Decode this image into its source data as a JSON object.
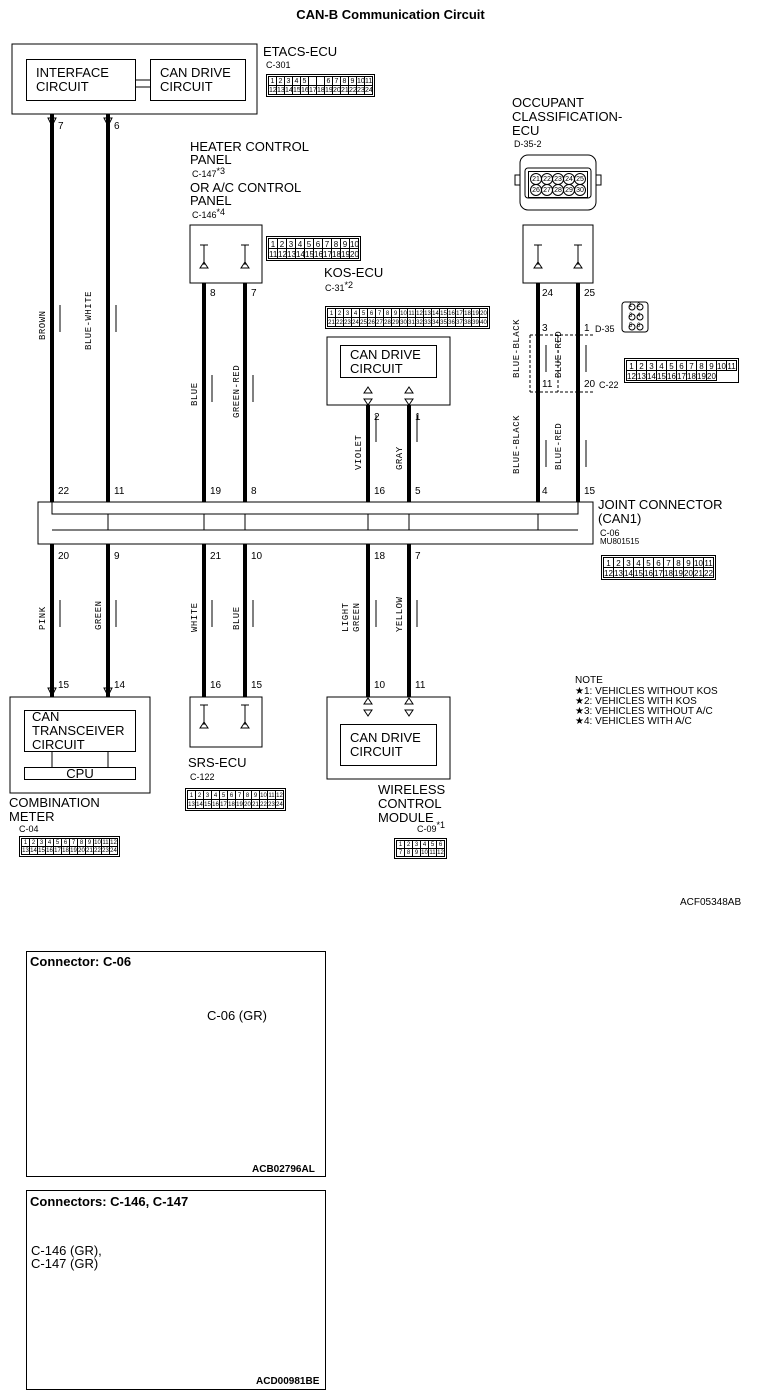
{
  "title": "CAN-B Communication Circuit",
  "etacs": {
    "name": "ETACS-ECU",
    "connector": "C-301",
    "interface_line1": "INTERFACE",
    "interface_line2": "CIRCUIT",
    "candrive_line1": "CAN DRIVE",
    "candrive_line2": "CIRCUIT",
    "pin_a": "7",
    "pin_b": "6",
    "pins_row1": [
      "1",
      "2",
      "3",
      "4",
      "5",
      "",
      "",
      "6",
      "7",
      "8",
      "9",
      "10",
      "11"
    ],
    "pins_row2": [
      "12",
      "13",
      "14",
      "15",
      "16",
      "17",
      "18",
      "19",
      "20",
      "21",
      "22",
      "23",
      "24"
    ]
  },
  "heater": {
    "line1": "HEATER CONTROL",
    "line2": "PANEL",
    "conn1": "C-147",
    "note1": "*3",
    "line3": "OR A/C CONTROL",
    "line4": "PANEL",
    "conn2": "C-146",
    "note2": "*4",
    "pin_a": "8",
    "pin_b": "7",
    "pins_row1": [
      "1",
      "2",
      "3",
      "4",
      "5",
      "6",
      "7",
      "8",
      "9",
      "10"
    ],
    "pins_row2": [
      "11",
      "12",
      "13",
      "14",
      "15",
      "16",
      "17",
      "18",
      "19",
      "20"
    ]
  },
  "occupant": {
    "line1": "OCCUPANT",
    "line2": "CLASSIFICATION-",
    "line3": "ECU",
    "connector": "D-35-2",
    "pins_row1": [
      "21",
      "22",
      "23",
      "24",
      "25"
    ],
    "pins_row2": [
      "26",
      "27",
      "28",
      "29",
      "30"
    ],
    "pin_a": "24",
    "pin_b": "25"
  },
  "kos": {
    "name": "KOS-ECU",
    "connector": "C-31",
    "note": "*2",
    "candrive_line1": "CAN DRIVE",
    "candrive_line2": "CIRCUIT",
    "pin_a": "2",
    "pin_b": "1",
    "pins_row1": [
      "1",
      "2",
      "3",
      "4",
      "5",
      "6",
      "7",
      "8",
      "9",
      "10",
      "11",
      "12",
      "13",
      "14",
      "15",
      "16",
      "17",
      "18",
      "19",
      "20"
    ],
    "pins_row2": [
      "21",
      "22",
      "23",
      "24",
      "25",
      "26",
      "27",
      "28",
      "29",
      "30",
      "31",
      "32",
      "33",
      "34",
      "35",
      "36",
      "37",
      "38",
      "39",
      "40"
    ]
  },
  "d35": {
    "label": "D-35",
    "pin_top_left": "3",
    "pin_top_right": "1",
    "pin_bottom_left": "11",
    "pin_bottom_right": "20",
    "c22": "C-22",
    "c22_row1": [
      "1",
      "2",
      "3",
      "4",
      "5",
      "6",
      "7",
      "8",
      "9",
      "10",
      "11"
    ],
    "c22_row2": [
      "12",
      "13",
      "14",
      "15",
      "16",
      "17",
      "18",
      "19",
      "20"
    ],
    "d35_pins": [
      "1",
      "2",
      "3",
      "4",
      "5",
      "6"
    ]
  },
  "wires_top": [
    {
      "label": "BROWN"
    },
    {
      "label": "BLUE-WHITE"
    },
    {
      "label": "BLUE"
    },
    {
      "label": "GREEN-RED"
    },
    {
      "label": "VIOLET"
    },
    {
      "label": "GRAY"
    },
    {
      "label": "BLUE-BLACK"
    },
    {
      "label": "BLUE-RED"
    },
    {
      "label": "BLUE-BLACK"
    },
    {
      "label": "BLUE-RED"
    }
  ],
  "joint": {
    "line1": "JOINT CONNECTOR",
    "line2": "(CAN1)",
    "connector": "C-06",
    "part": "MU801515",
    "top_pins": [
      "22",
      "11",
      "19",
      "8",
      "16",
      "5",
      "4",
      "15"
    ],
    "bottom_pins": [
      "20",
      "9",
      "21",
      "10",
      "18",
      "7"
    ],
    "pins_row1": [
      "1",
      "2",
      "3",
      "4",
      "5",
      "6",
      "7",
      "8",
      "9",
      "10",
      "11"
    ],
    "pins_row2": [
      "12",
      "13",
      "14",
      "15",
      "16",
      "17",
      "18",
      "19",
      "20",
      "21",
      "22"
    ]
  },
  "wires_bottom": [
    {
      "label": "PINK"
    },
    {
      "label": "GREEN"
    },
    {
      "label": "WHITE"
    },
    {
      "label": "BLUE"
    },
    {
      "label": "LIGHT GREEN"
    },
    {
      "label": "YELLOW"
    }
  ],
  "meter": {
    "pin_a": "15",
    "pin_b": "14",
    "transceiver_line1": "CAN",
    "transceiver_line2": "TRANSCEIVER",
    "transceiver_line3": "CIRCUIT",
    "cpu": "CPU",
    "name_line1": "COMBINATION",
    "name_line2": "METER",
    "connector": "C-04",
    "pins_row1": [
      "1",
      "2",
      "3",
      "4",
      "5",
      "6",
      "7",
      "8",
      "9",
      "10",
      "11",
      "12"
    ],
    "pins_row2": [
      "13",
      "14",
      "15",
      "16",
      "17",
      "18",
      "19",
      "20",
      "21",
      "22",
      "23",
      "24"
    ]
  },
  "srs": {
    "pin_a": "16",
    "pin_b": "15",
    "name": "SRS-ECU",
    "connector": "C-122",
    "pins_row1": [
      "1",
      "2",
      "3",
      "4",
      "5",
      "6",
      "7",
      "8",
      "9",
      "10",
      "11",
      "12"
    ],
    "pins_row2": [
      "13",
      "14",
      "15",
      "16",
      "17",
      "18",
      "19",
      "20",
      "21",
      "22",
      "23",
      "24"
    ]
  },
  "wcm": {
    "pin_a": "10",
    "pin_b": "11",
    "candrive_line1": "CAN DRIVE",
    "candrive_line2": "CIRCUIT",
    "name_line1": "WIRELESS",
    "name_line2": "CONTROL",
    "name_line3": "MODULE",
    "connector": "C-09",
    "note": "*1",
    "pins_row1": [
      "1",
      "2",
      "3",
      "4",
      "5",
      "6"
    ],
    "pins_row2": [
      "7",
      "8",
      "9",
      "10",
      "11",
      "12"
    ]
  },
  "notes": {
    "title": "NOTE",
    "items": [
      "★1: VEHICLES WITHOUT KOS",
      "★2: VEHICLES WITH KOS",
      "★3: VEHICLES WITHOUT A/C",
      "★4: VEHICLES WITH A/C"
    ]
  },
  "figure_code": "ACF05348AB",
  "photo1": {
    "title": "Connector: C-06",
    "callout": "C-06 (GR)",
    "code": "ACB02796AL"
  },
  "photo2": {
    "title": "Connectors: C-146, C-147",
    "callout_line1": "C-146 (GR),",
    "callout_line2": "C-147 (GR)",
    "code": "ACD00981BE"
  }
}
